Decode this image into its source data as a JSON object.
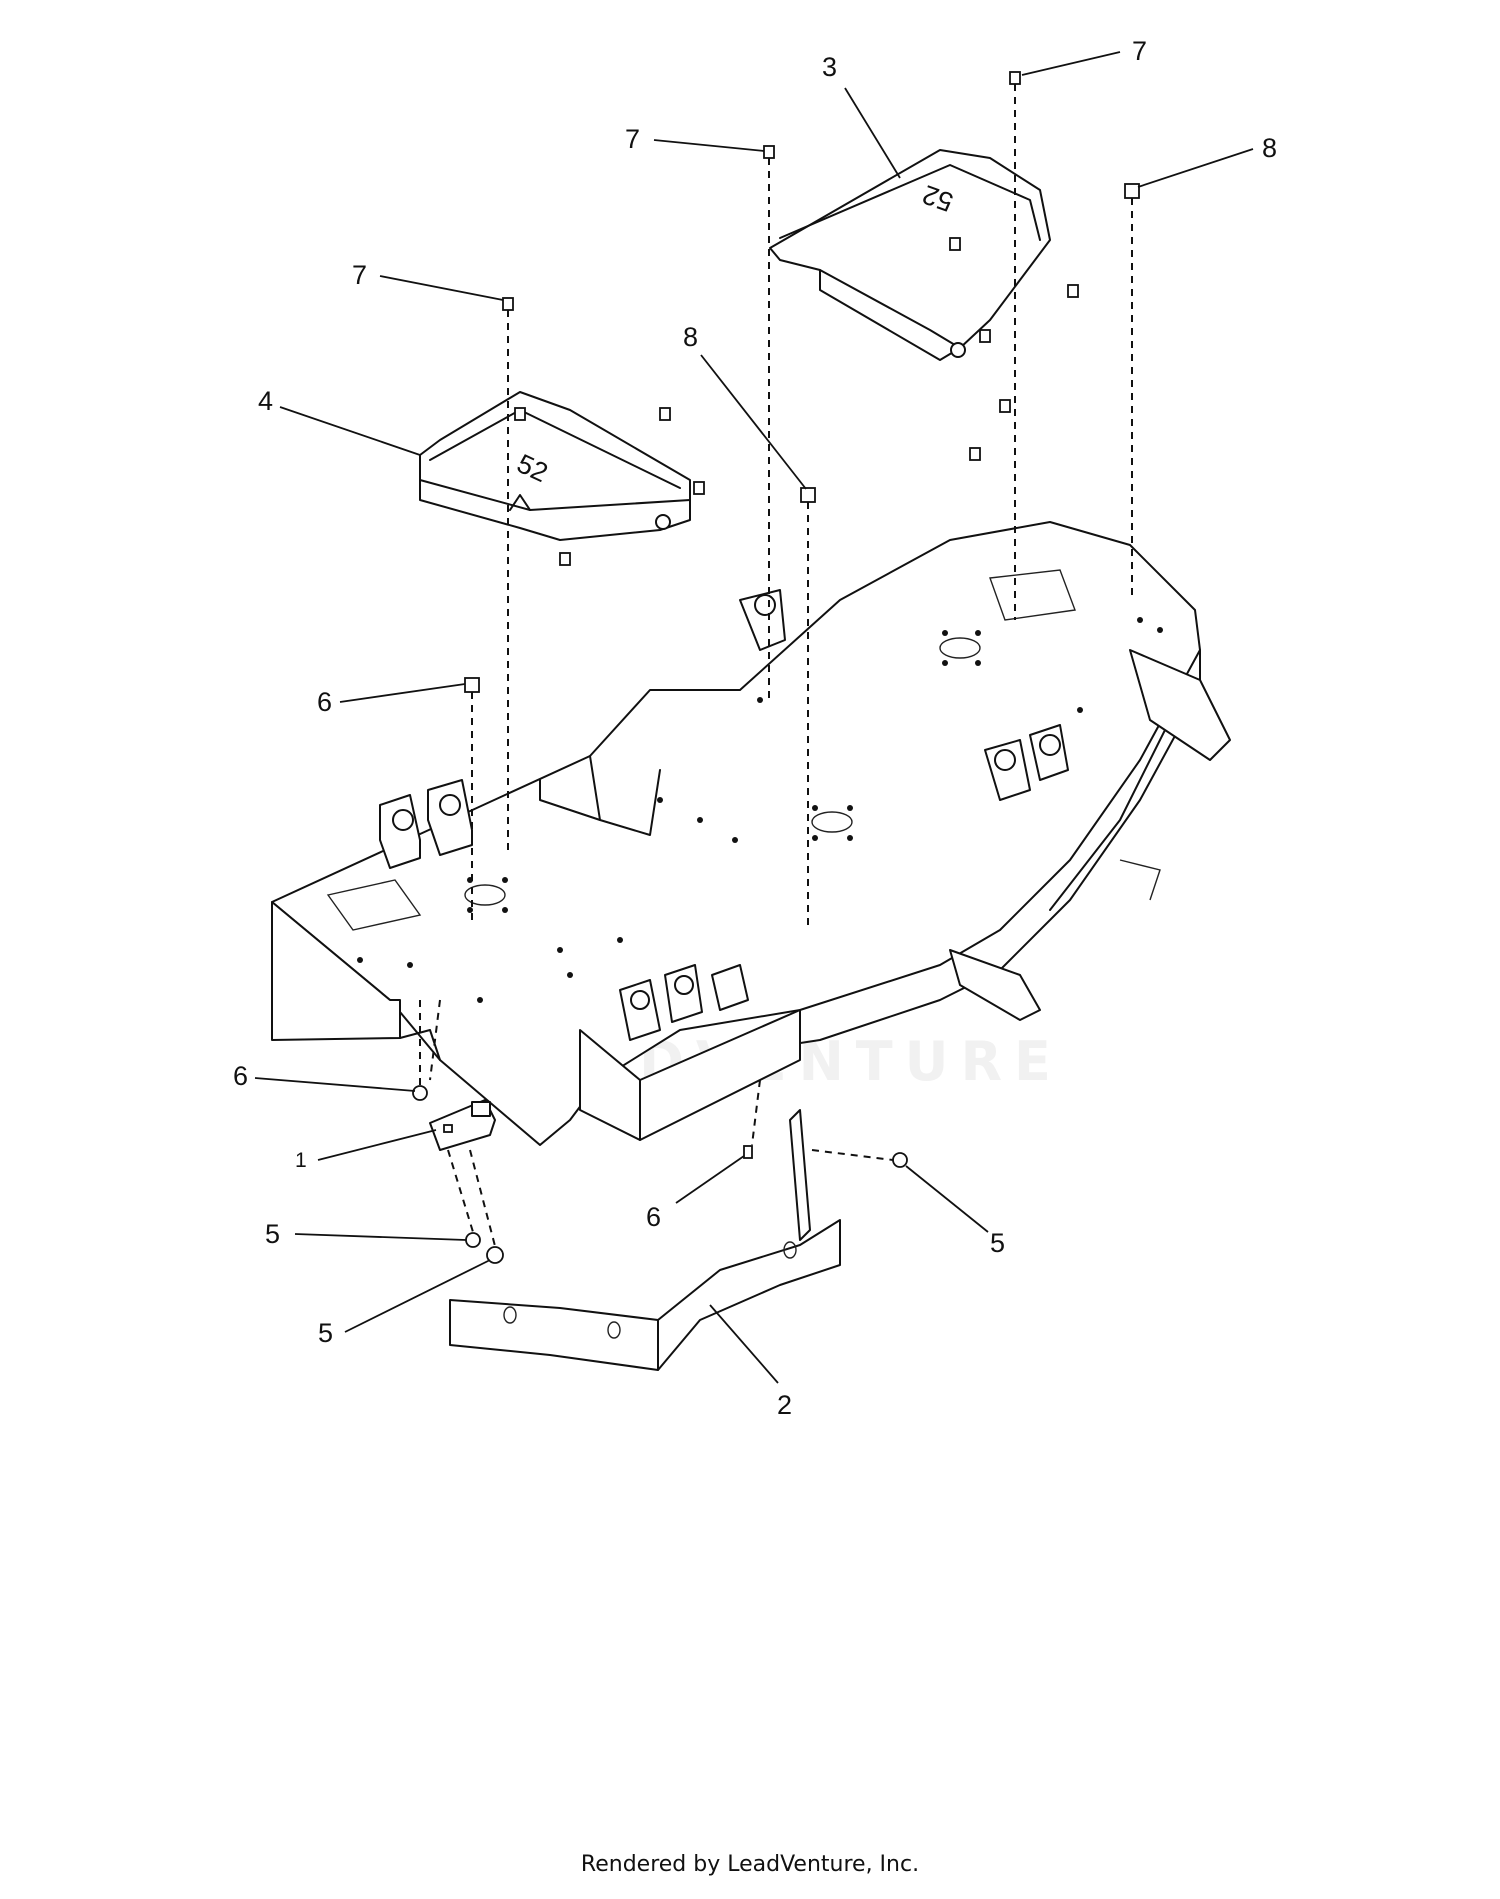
{
  "diagram": {
    "callouts": {
      "c1": "1",
      "c2": "2",
      "c3": "3",
      "c4": "4",
      "c5a": "5",
      "c5b": "5",
      "c5c": "5",
      "c6a": "6",
      "c6b": "6",
      "c6c": "6",
      "c7a": "7",
      "c7b": "7",
      "c7c": "7",
      "c8a": "8",
      "c8b": "8"
    },
    "cover_marking_left": "52",
    "cover_marking_right": "52",
    "watermark": "LEADVENTURE"
  },
  "footer": {
    "credit": "Rendered by LeadVenture, Inc."
  }
}
